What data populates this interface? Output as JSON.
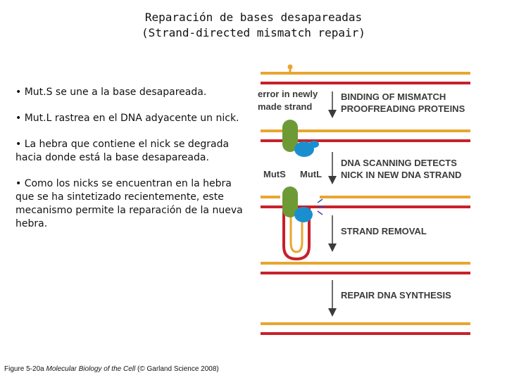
{
  "title": {
    "line1": "Reparación de bases desapareadas",
    "line2": "(Strand-directed mismatch repair)"
  },
  "bullets": [
    "• Mut.S se une a la base desapareada.",
    "• Mut.L rastrea en el DNA adyacente un nick.",
    "• La hebra que contiene el nick se degrada hacia donde está la base desapareada.",
    "• Como los nicks se encuentran en la hebra que se ha sintetizado recientemente, este mecanismo permite la reparación de la nueva hebra."
  ],
  "figure": {
    "error_label_1": "error in newly",
    "error_label_2": "made strand",
    "muts_label": "MutS",
    "mutl_label": "MutL",
    "steps": [
      {
        "line1": "BINDING OF MISMATCH",
        "line2": "PROOFREADING PROTEINS"
      },
      {
        "line1": "DNA SCANNING DETECTS",
        "line2": "NICK IN NEW DNA STRAND"
      },
      {
        "line1": "STRAND REMOVAL",
        "line2": ""
      },
      {
        "line1": "REPAIR DNA SYNTHESIS",
        "line2": ""
      }
    ],
    "colors": {
      "parent_strand": "#c8202a",
      "new_strand": "#e8a630",
      "muts_protein": "#6e9a36",
      "mutl_protein": "#1a8fd0",
      "arrow": "#3b3b3b",
      "nick_marks": "#3a4fb0"
    }
  },
  "caption": {
    "fig": "Figure 5-20a",
    "book": "Molecular Biology of the Cell",
    "credit": "(© Garland Science 2008)"
  }
}
